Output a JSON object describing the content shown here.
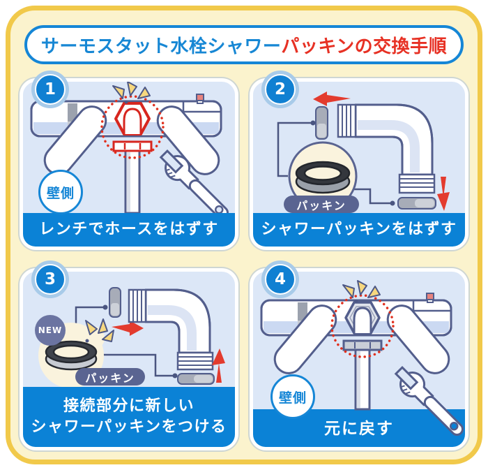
{
  "title": {
    "part1": "サーモスタット水栓シャワー",
    "part2": "パッキンの交換手順"
  },
  "panels": {
    "p1": {
      "number": "1",
      "caption": "レンチでホースをはずす",
      "wall_label": "壁側"
    },
    "p2": {
      "number": "2",
      "caption": "シャワーパッキンをはずす",
      "packing_label": "パッキン"
    },
    "p3": {
      "number": "3",
      "caption_line1": "接続部分に新しい",
      "caption_line2": "シャワーパッキンをつける",
      "packing_label": "パッキン",
      "new_label": "NEW"
    },
    "p4": {
      "number": "4",
      "caption": "元に戻す",
      "wall_label": "壁側"
    }
  },
  "colors": {
    "card_background": "#FBF3CD",
    "card_border": "#F1C94A",
    "panel_background": "#DCE7F7",
    "caption_blue": "#0B82D6",
    "title_blue": "#1787D4",
    "title_red": "#E73124",
    "outline_slate": "#535E8C",
    "highlight_red": "#D7261F",
    "arrow_red": "#E33B2E",
    "cream": "#FAF3DD",
    "label_slate": "#5A6491",
    "sparkle_yellow": "#F6D77E"
  },
  "icons": {
    "wrench": "wrench-icon",
    "sparkles": "attention-sparkles-icon",
    "dotted_circle": "highlight-dotted-circle",
    "packing_ring": "packing-ring-icon",
    "elbow_hose": "shower-elbow-hose",
    "arrow_left": "arrow-left-icon",
    "arrow_down": "arrow-down-icon",
    "arrow_right": "arrow-right-icon",
    "arrow_up": "arrow-up-icon"
  }
}
